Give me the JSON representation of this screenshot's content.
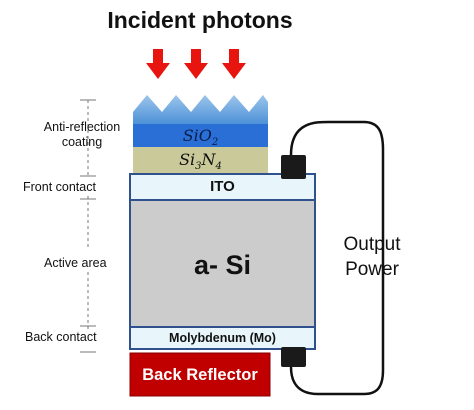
{
  "title": "Incident photons",
  "left_labels": {
    "anti_reflection_line1": "Anti-reflection",
    "anti_reflection_line2": "coating",
    "front_contact": "Front contact",
    "active_area": "Active area",
    "back_contact": "Back contact"
  },
  "layers": {
    "sio2": "SiO",
    "sio2_sub": "2",
    "si3n4_a": "Si",
    "si3n4_sub1": "3",
    "si3n4_b": "N",
    "si3n4_sub2": "4",
    "ito": "ITO",
    "active": "a- Si",
    "molybdenum": "Molybdenum (Mo)",
    "back_reflector": "Back Reflector"
  },
  "output": {
    "line1": "Output",
    "line2": "Power"
  },
  "colors": {
    "photon_arrow": "#e8140f",
    "anti_reflection_spikes": "#5b9bd5",
    "sio2_layer": "#2a6fd6",
    "si3n4_layer": "#c9c99a",
    "ito_layer": "#e8f6fb",
    "active_layer": "#cccccc",
    "molybdenum_layer": "#e8f6fb",
    "back_reflector": "#c00000",
    "layer_border": "#2f528f",
    "contact_block": "#1a1a1a"
  }
}
